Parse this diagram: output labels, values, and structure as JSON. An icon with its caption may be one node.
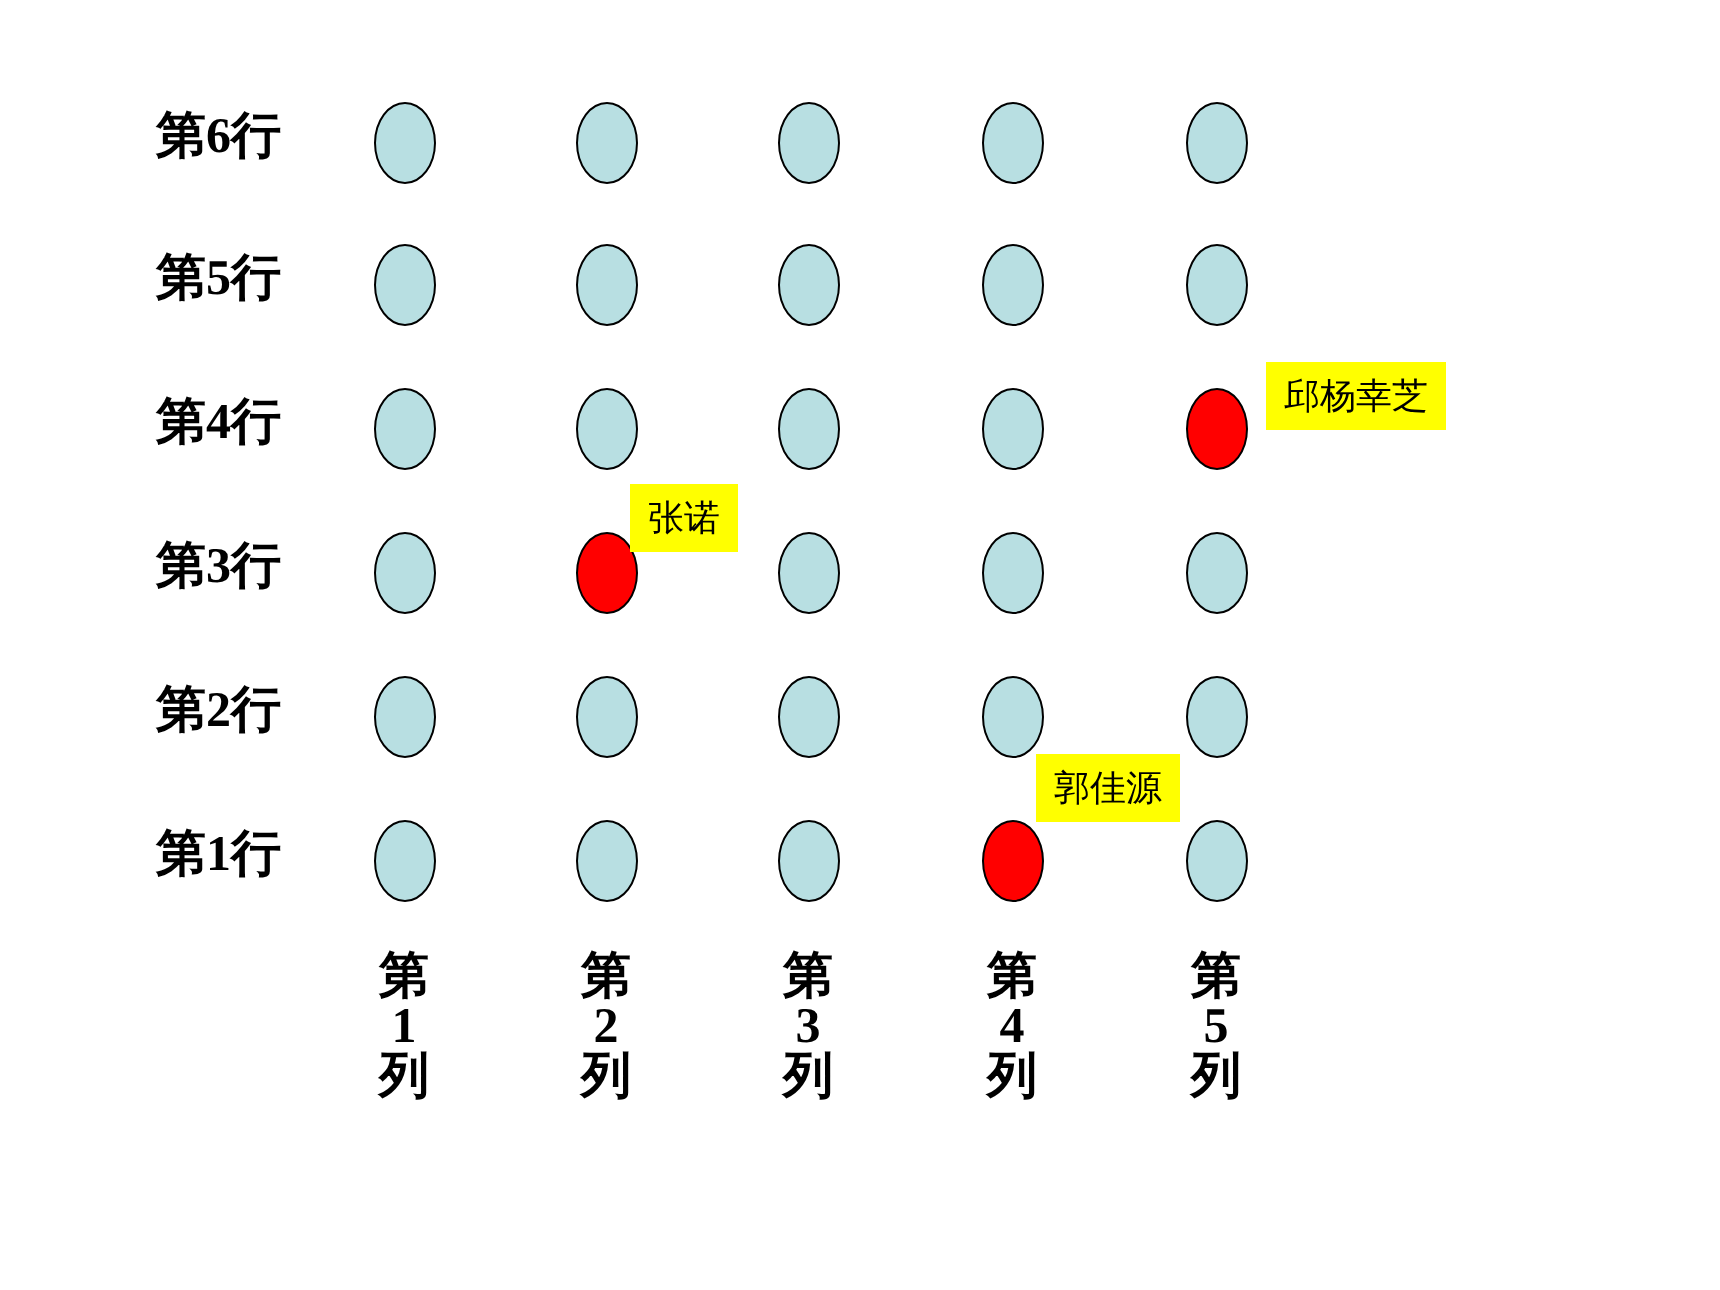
{
  "diagram": {
    "nodes": [
      {
        "text": [],
        "shape": "ellipse"
      },
      {
        "text": [],
        "shape": "ellipse"
      },
      {
        "text": [],
        "shape": "ellipse"
      },
      {
        "text": [],
        "shape": "ellipse"
      },
      {
        "text": [],
        "shape": "ellipse"
      },
      {
        "text": [],
        "shape": "ellipse"
      },
      {
        "text": [],
        "shape": "ellipse"
      },
      {
        "text": [],
        "shape": "ellipse"
      },
      {
        "text": [],
        "shape": "ellipse"
      },
      {
        "text": [],
        "shape": "ellipse"
      },
      {
        "text": [],
        "shape": "ellipse"
      },
      {
        "text": [],
        "shape": "ellipse"
      },
      {
        "text": [],
        "shape": "ellipse"
      },
      {
        "text": [],
        "shape": "ellipse"
      },
      {
        "text": [],
        "shape": "ellipse",
        "beside": [
          "邱杨幸芝"
        ]
      },
      {
        "text": [],
        "shape": "ellipse"
      },
      {
        "text": [],
        "shape": "ellipse",
        "beside": [
          "张诺"
        ]
      },
      {
        "text": [],
        "shape": "ellipse"
      },
      {
        "text": [],
        "shape": "ellipse"
      },
      {
        "text": [],
        "shape": "ellipse"
      },
      {
        "text": [],
        "shape": "ellipse"
      },
      {
        "text": [],
        "shape": "ellipse"
      },
      {
        "text": [],
        "shape": "ellipse"
      },
      {
        "text": [],
        "shape": "ellipse"
      },
      {
        "text": [],
        "shape": "ellipse"
      },
      {
        "text": [],
        "shape": "ellipse"
      },
      {
        "text": [],
        "shape": "ellipse"
      },
      {
        "text": [],
        "shape": "ellipse"
      },
      {
        "text": [],
        "shape": "ellipse",
        "beside": [
          "郭佳源"
        ]
      },
      {
        "text": [],
        "shape": "ellipse"
      }
    ],
    "labels": [
      "第6行",
      "第5行",
      "第4行",
      "第3行",
      "第2行",
      "第1行",
      "第1列",
      "第2列",
      "第3列",
      "第4列",
      "第5列"
    ]
  }
}
